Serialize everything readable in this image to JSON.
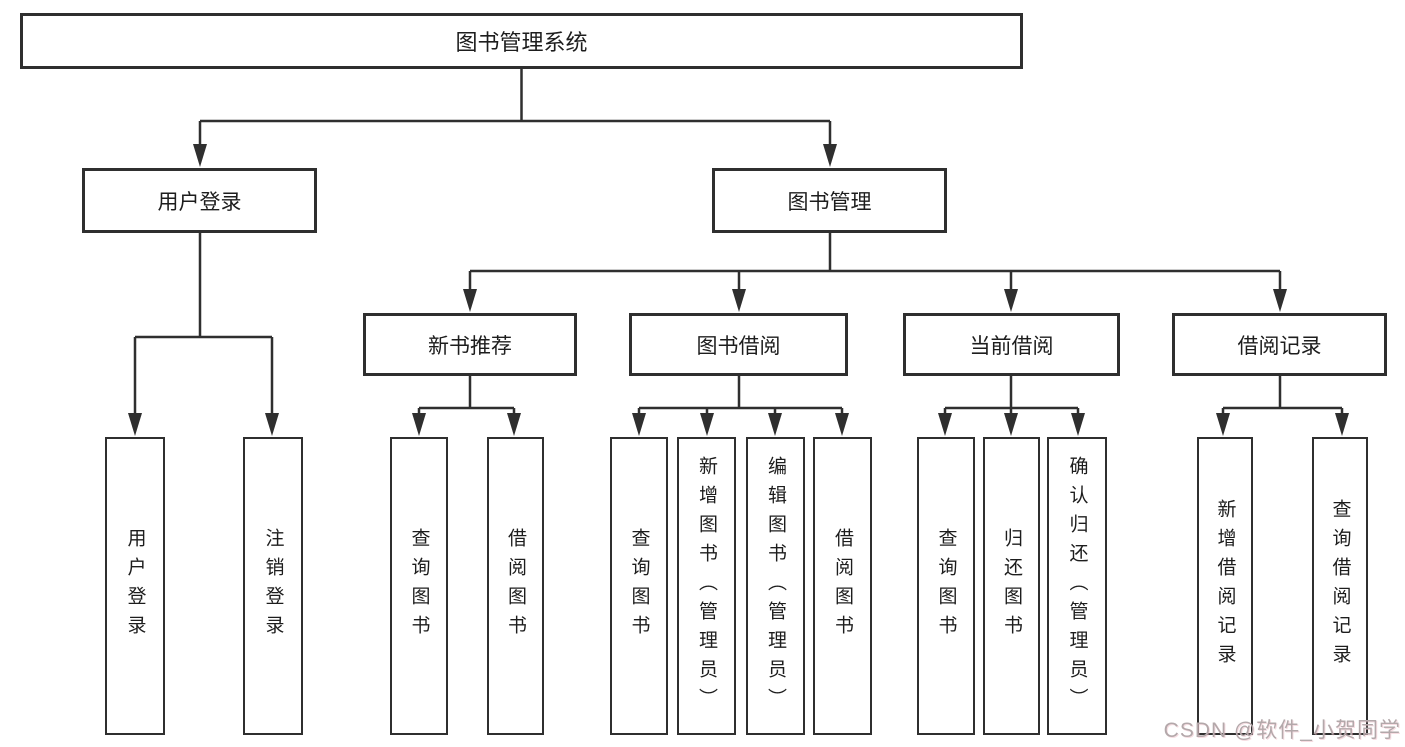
{
  "tree": {
    "root": {
      "label": "图书管理系统"
    },
    "branches": [
      {
        "label": "用户登录",
        "children": [
          {
            "label": "用户登录"
          },
          {
            "label": "注销登录"
          }
        ]
      },
      {
        "label": "图书管理",
        "sections": [
          {
            "label": "新书推荐",
            "children": [
              {
                "label": "查询图书"
              },
              {
                "label": "借阅图书"
              }
            ]
          },
          {
            "label": "图书借阅",
            "children": [
              {
                "label": "查询图书"
              },
              {
                "label": "新增图书（管理员）"
              },
              {
                "label": "编辑图书（管理员）"
              },
              {
                "label": "借阅图书"
              }
            ]
          },
          {
            "label": "当前借阅",
            "children": [
              {
                "label": "查询图书"
              },
              {
                "label": "归还图书"
              },
              {
                "label": "确认归还（管理员）"
              }
            ]
          },
          {
            "label": "借阅记录",
            "children": [
              {
                "label": "新增借阅记录"
              },
              {
                "label": "查询借阅记录"
              }
            ]
          }
        ]
      }
    ]
  },
  "colors": {
    "line": "#2f2f2f",
    "text": "#1d1d1d",
    "watermark": "#b3a8aa"
  },
  "watermark": {
    "text": "CSDN @软件_小贺同学"
  }
}
